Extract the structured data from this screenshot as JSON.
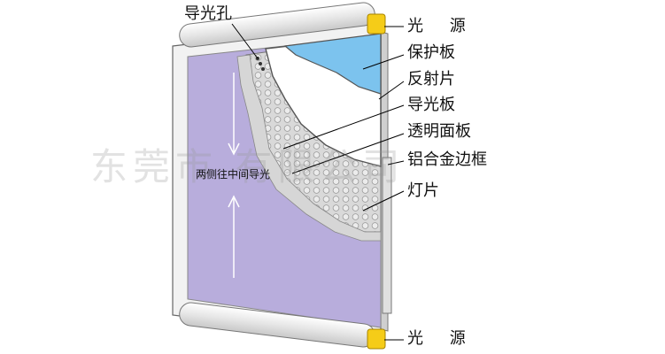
{
  "labels": {
    "light_hole": "导光孔",
    "light_source_top": "光 源",
    "protective_board": "保护板",
    "reflector": "反射片",
    "light_guide_plate": "导光板",
    "transparent_panel": "透明面板",
    "aluminum_frame": "铝合金边框",
    "lamp_sheet": "灯片",
    "light_source_bottom": "光 源",
    "guide_note": "两侧往中间导光"
  },
  "watermark": "东莞市 有限公司",
  "colors": {
    "panel_purple": "#b8addc",
    "protective_blue": "#7cc3ee",
    "light_guide_gray": "#d3d3d3",
    "tube_yellow": "#f5cc18",
    "frame_white": "#f2f2f2"
  }
}
